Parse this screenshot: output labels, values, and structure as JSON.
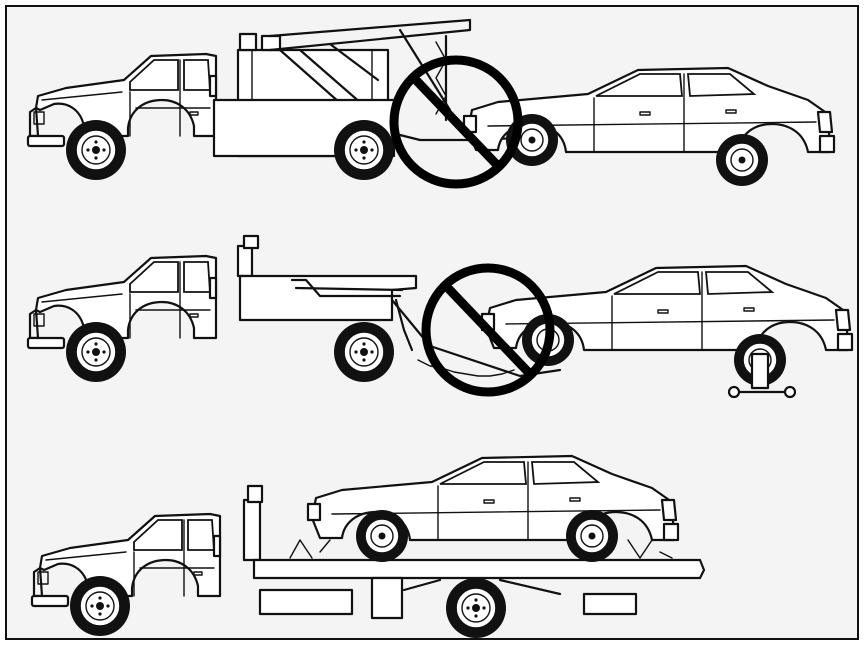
{
  "figure": {
    "description_visible_text": [],
    "panels": [
      {
        "name": "wheel-lift-tow-front",
        "status": "prohibited",
        "icon": "no-sign-icon"
      },
      {
        "name": "sling-chain-tow-with-dolly",
        "status": "prohibited",
        "icon": "no-sign-icon"
      },
      {
        "name": "flatbed-carrier",
        "status": "allowed"
      }
    ],
    "colors": {
      "line": "#111111",
      "background": "#f4f4f4",
      "prohibition": "#000000"
    }
  }
}
